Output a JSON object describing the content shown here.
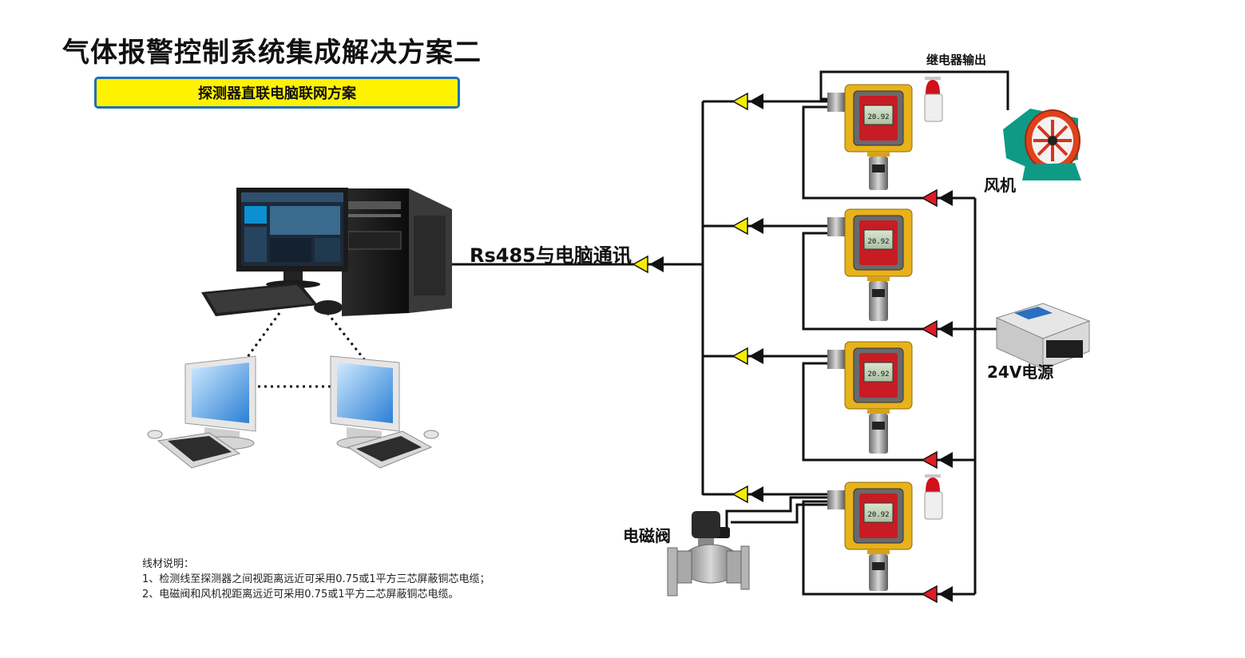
{
  "title": "气体报警控制系统集成解决方案二",
  "subtitle": "探测器直联电脑联网方案",
  "labels": {
    "rs485": "Rs485与电脑通讯",
    "relay_output": "继电器输出",
    "fan": "风机",
    "power_supply": "24V电源",
    "solenoid_valve": "电磁阀"
  },
  "detector_readings": [
    "20.92",
    "20.92",
    "20.92",
    "20.92"
  ],
  "notes": {
    "heading": "线材说明：",
    "items": [
      "1、检测线至探测器之间视距离远近可采用0.75或1平方三芯屏蔽铜芯电缆；",
      "2、电磁阀和风机视距离远近可采用0.75或1平方二芯屏蔽铜芯电缆。"
    ]
  },
  "colors": {
    "subtitle_bg": "#fff200",
    "subtitle_border": "#1f6fb5",
    "arrow_yellow": "#f5ec00",
    "arrow_red": "#e01b24",
    "detector_body": "#e8b21a",
    "wire": "#111111"
  }
}
